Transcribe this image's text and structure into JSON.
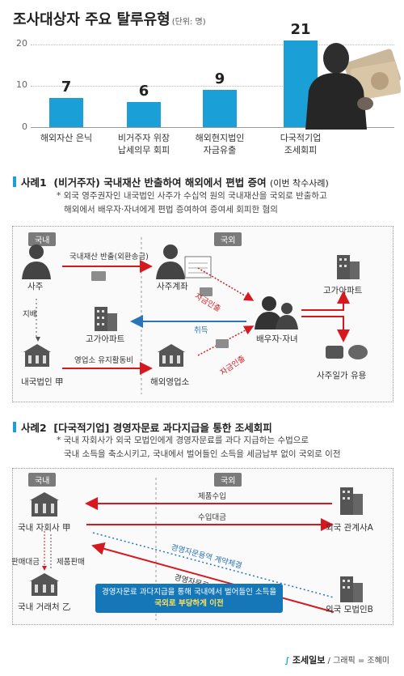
{
  "header": {
    "title": "조사대상자 주요 탈루유형",
    "unit": "(단위: 명)"
  },
  "colors": {
    "bar": "#1aa0d6",
    "arrow_red": "#d7191f",
    "arrow_blue": "#2a74b8"
  },
  "chart_data": {
    "type": "bar",
    "title": "조사대상자 주요 탈루유형",
    "ylabel": "(단위: 명)",
    "yticks": [
      "0",
      "10",
      "20"
    ],
    "ylim": [
      0,
      23
    ],
    "categories": [
      "해외자산 은닉",
      "비거주자 위장 납세의무 회피",
      "해외현지법인 자금유출",
      "다국적기업 조세회피"
    ],
    "category_lines": [
      [
        "해외자산 은닉"
      ],
      [
        "비거주자 위장",
        "납세의무 회피"
      ],
      [
        "해외현지법인",
        "자금유출"
      ],
      [
        "다국적기업",
        "조세회피"
      ]
    ],
    "values": [
      7,
      6,
      9,
      21
    ],
    "value_labels": [
      "7",
      "6",
      "9",
      "21"
    ]
  },
  "case1": {
    "title": "사례1",
    "title_main": "(비거주자) 국내재산 반출하여 해외에서 편법 증여",
    "title_note": "(이번 착수사례)",
    "note_line1": "* 외국 영주권자인 내국법인 사주가 수십억 원의 국내재산을 국외로 반출하고",
    "note_line2": "해외에서 배우자·자녀에게 편법 증여하여 증여세 회피한 혐의",
    "tag_domestic": "국내",
    "tag_foreign": "국외",
    "owner": "사주",
    "owner_account": "사주계좌",
    "transfer": "국내재산 반출(외환송금)",
    "control": "지배",
    "corp": "내국법인 甲",
    "office_expense": "영업소 유지활동비",
    "overseas_office": "해외영업소",
    "luxury_apt_left": "고가아파트",
    "acquire": "취득",
    "family": "배우자·자녀",
    "withdraw1": "자금인출",
    "withdraw2": "자금인출",
    "luxury_apt_right": "고가아파트",
    "owner_use": "사주일가 유용"
  },
  "case2": {
    "title": "사례2",
    "title_main": "[다국적기업] 경영자문료 과다지급을 통한 조세회피",
    "note_line1": "* 국내 자회사가 외국 모법인에게 경영자문료를 과다 지급하는 수법으로",
    "note_line2": "국내 소득을 축소시키고, 국내에서 벌어들인 소득을 세금납부 없이 국외로 이전",
    "tag_domestic": "국내",
    "tag_foreign": "국외",
    "sub": "국내 자회사 甲",
    "affiliate": "외국 관계사A",
    "goods_import": "제품수입",
    "import_payment": "수입대금",
    "sales_payment": "판매대금",
    "goods_sale": "제품판매",
    "trader": "국내 거래처 乙",
    "parent": "외국 모법인B",
    "contract": "경영자문용역 계약체결",
    "fee": "경영자문료",
    "callout_line1": "경영자문료 과다지급을 통해 국내에서 벌어들인 소득을",
    "callout_line2": "국외로 부당하게 이전"
  },
  "credit": {
    "brand": "조세일보",
    "graphic": "/ 그래픽 = 조혜미"
  }
}
